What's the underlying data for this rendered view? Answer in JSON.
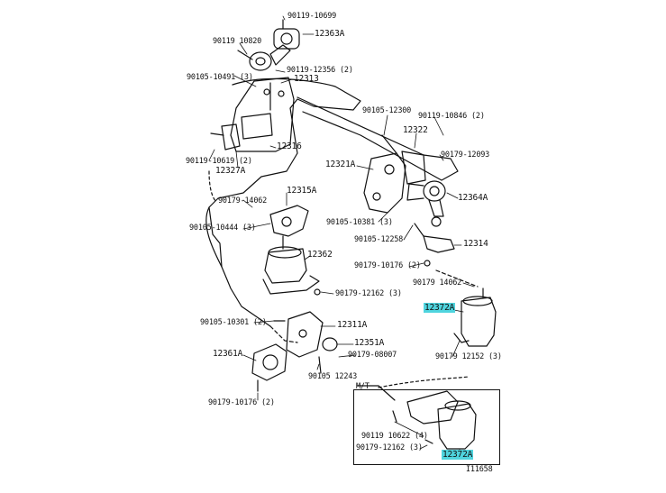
{
  "labels": {
    "p90119_10699": "90119-10699",
    "p12363A": "12363A",
    "p90119_10820": "90119 10820",
    "p90119_12356": "90119-12356 (2)",
    "p90105_10491": "90105-10491 (3)",
    "p12313": "12313",
    "p12316": "12316",
    "p90119_10619": "90119-10619 (2)",
    "p12327A": "12327A",
    "p90105_12300": "90105-12300",
    "p90119_10846": "90119-10846 (2)",
    "p12322": "12322",
    "p90179_12093": "90179-12093",
    "p12321A": "12321A",
    "p12364A": "12364A",
    "p90179_14062a": "90179-14062",
    "p12315A": "12315A",
    "p90105_10381": "90105-10381 (3)",
    "p90105_10444": "90105-10444 (3)",
    "p90105_12258": "90105-12258",
    "p12314": "12314",
    "p12362": "12362",
    "p90179_10176a": "90179-10176 (2)",
    "p90179_14062b": "90179 14062",
    "p90179_12162a": "90179-12162 (3)",
    "p12372A_a": "12372A",
    "p90105_10301": "90105-10301 (2)",
    "p12311A": "12311A",
    "p12351A": "12351A",
    "p90179_08007": "90179-08007",
    "p90179_12152": "90179 12152 (3)",
    "p12361A": "12361A",
    "p90105_12243": "90105 12243",
    "p90179_10176b": "90179-10176 (2)",
    "mt": "M/T",
    "p90119_10622": "90119 10622 (4)",
    "p90179_12162b": "90179-12162 (3)",
    "p12372A_b": "12372A",
    "fig_id": "I11658"
  },
  "highlight_color": "#4fd4de"
}
